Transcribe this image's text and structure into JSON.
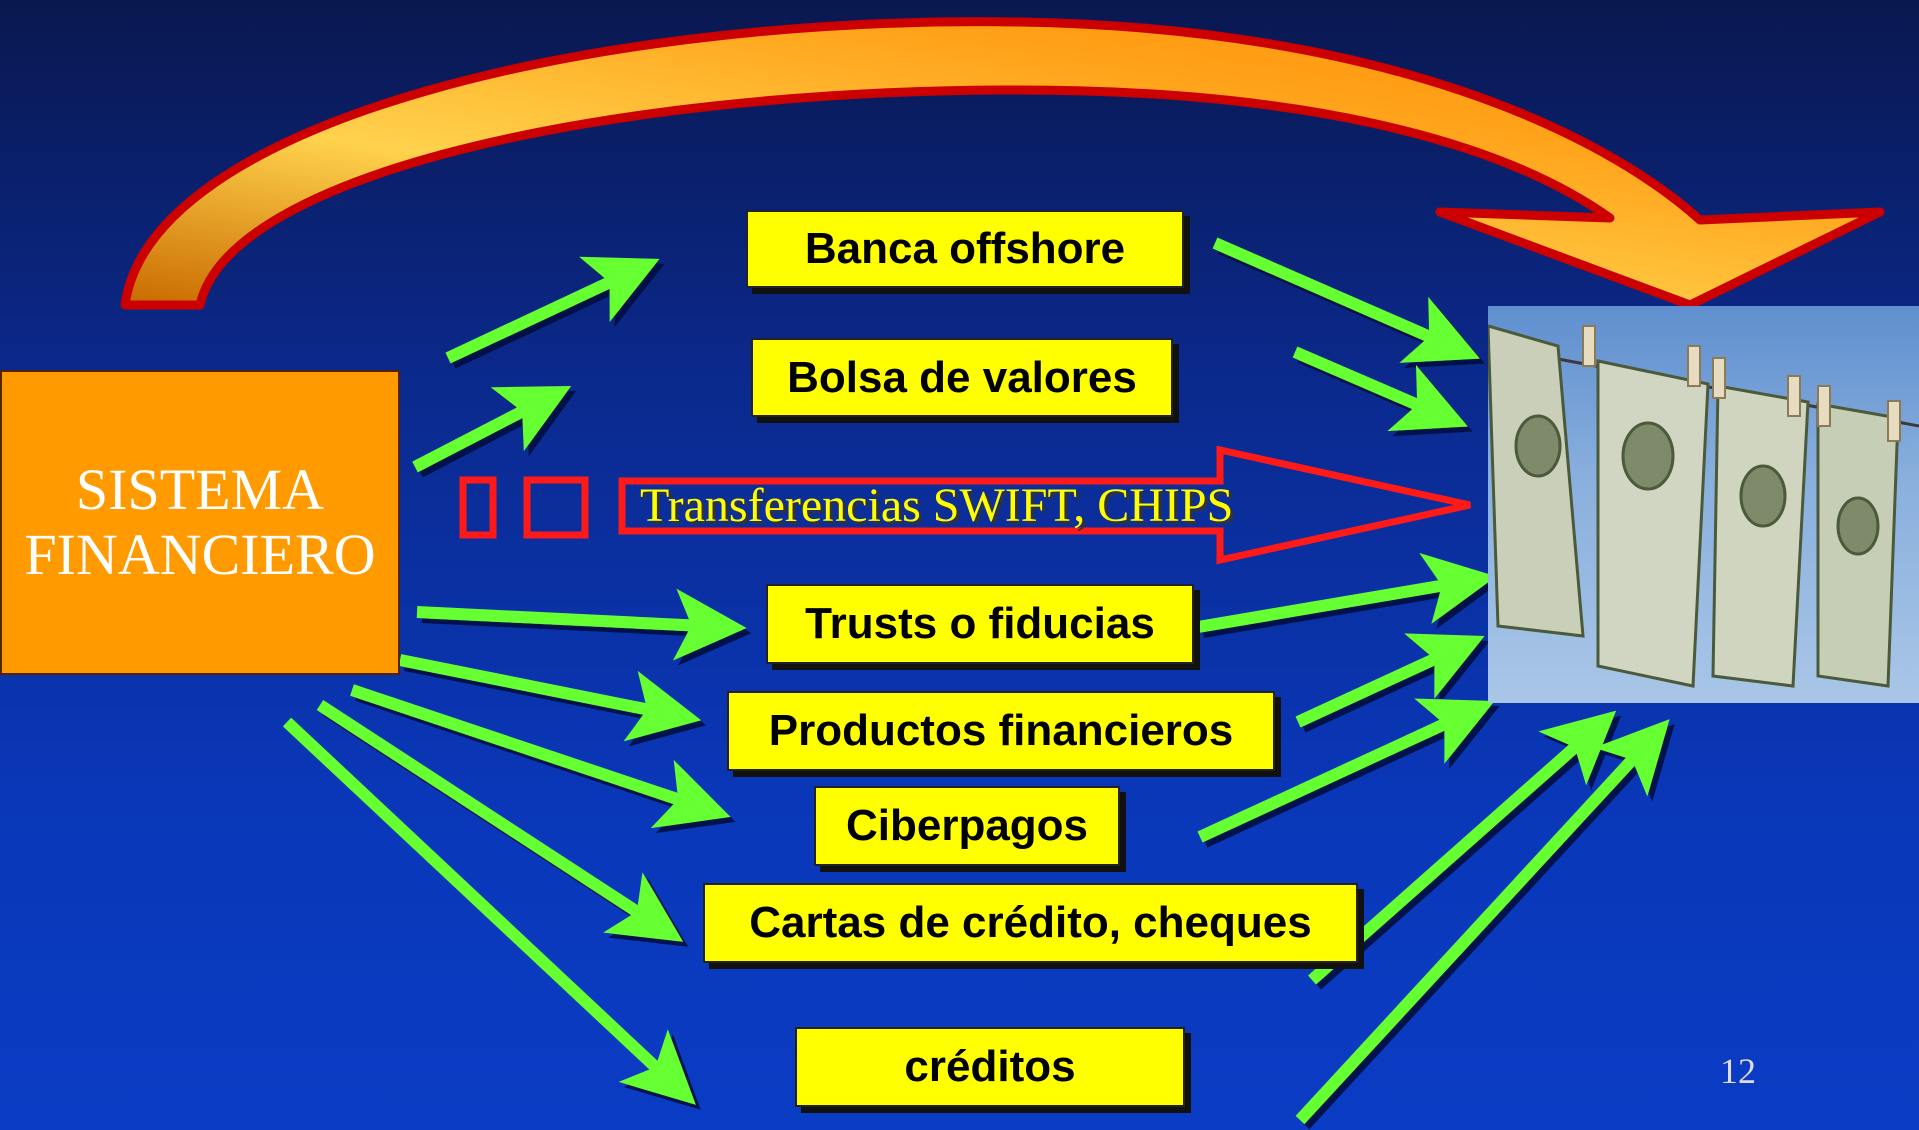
{
  "source": {
    "line1": "SISTEMA",
    "line2": "FINANCIERO"
  },
  "channels": {
    "banca": "Banca offshore",
    "bolsa": "Bolsa de valores",
    "transferencias": "Transferencias SWIFT, CHIPS",
    "trusts": "Trusts o fiducias",
    "productos": "Productos financieros",
    "ciberpagos": "Ciberpagos",
    "cartas": "Cartas de crédito, cheques",
    "creditos": "créditos"
  },
  "image": {
    "description_icon": "money-laundering-photo"
  },
  "page_number": "12",
  "colors": {
    "background_top": "#0a1850",
    "background_bottom": "#0a3cc4",
    "source_box": "#ff9a00",
    "channel_box": "#ffff00",
    "arrow": "#66ff33",
    "big_arrow_fill": "#ff9900",
    "big_arrow_outline": "#cc0000"
  }
}
